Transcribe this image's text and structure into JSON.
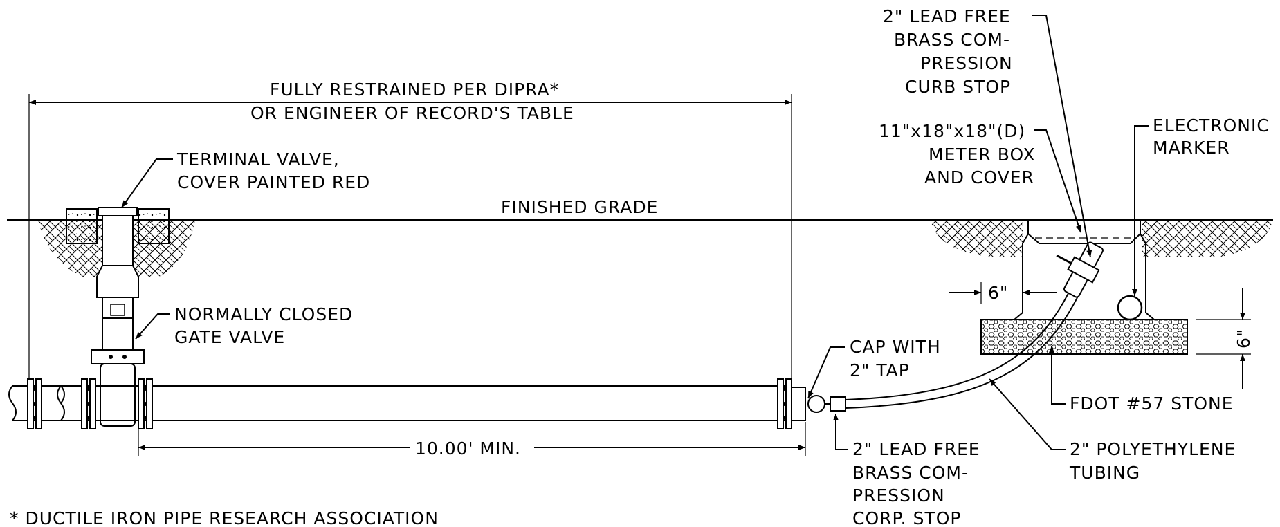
{
  "labels": {
    "restrained_line1": "FULLY RESTRAINED PER DIPRA*",
    "restrained_line2": "OR ENGINEER OF RECORD'S TABLE",
    "terminal_valve_line1": "TERMINAL VALVE,",
    "terminal_valve_line2": "COVER PAINTED RED",
    "finished_grade": "FINISHED GRADE",
    "gate_valve_line1": "NORMALLY CLOSED",
    "gate_valve_line2": "GATE VALVE",
    "cap_line1": "CAP WITH",
    "cap_line2": "2\" TAP",
    "length_dim": "10.00' MIN.",
    "footnote": "* DUCTILE IRON PIPE RESEARCH ASSOCIATION",
    "curb_stop_line1": "2\" LEAD FREE",
    "curb_stop_line2": "BRASS COM-",
    "curb_stop_line3": "PRESSION",
    "curb_stop_line4": "CURB STOP",
    "meter_box_line1": "11\"x18\"x18\"(D)",
    "meter_box_line2": "METER BOX",
    "meter_box_line3": "AND COVER",
    "marker_line1": "ELECTRONIC",
    "marker_line2": "MARKER",
    "six_inch_horizontal": "6\"",
    "six_inch_vertical": "6\"",
    "stone_label": "FDOT #57 STONE",
    "tubing_line1": "2\" POLYETHYLENE",
    "tubing_line2": "TUBING",
    "corp_stop_line1": "2\" LEAD FREE",
    "corp_stop_line2": "BRASS COM-",
    "corp_stop_line3": "PRESSION",
    "corp_stop_line4": "CORP. STOP"
  }
}
